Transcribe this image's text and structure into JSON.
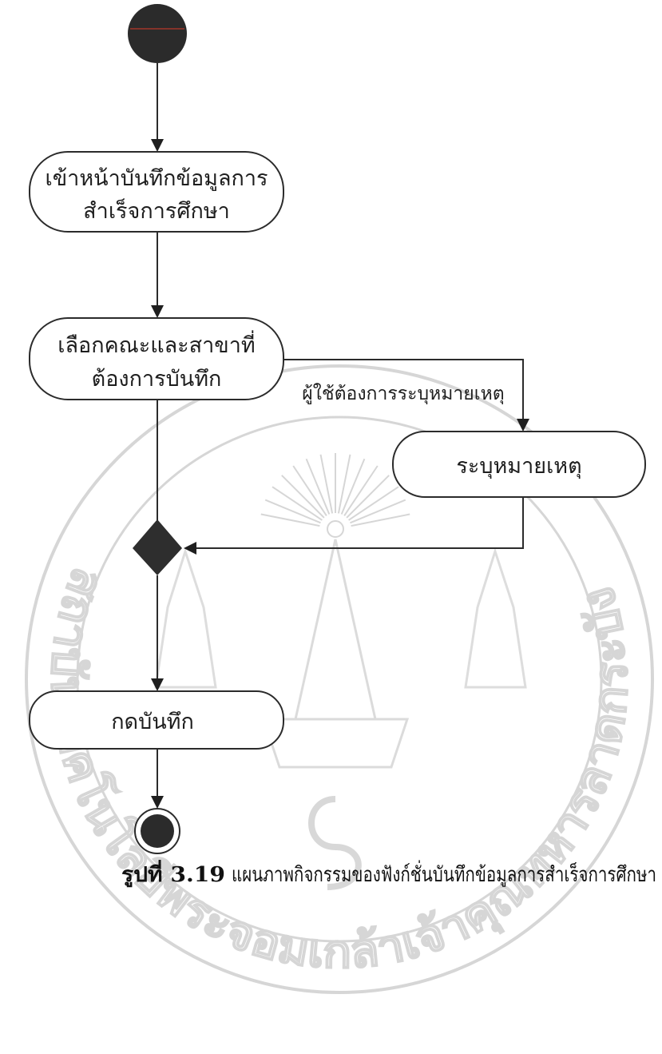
{
  "colors": {
    "ink": "#2b2b2b",
    "watermark": "#d2d2d2",
    "start_mark": "#c0392b"
  },
  "diagram": {
    "start": "start-node",
    "activity_enter": {
      "line1": "เข้าหน้าบันทึกข้อมูลการ",
      "line2": "สำเร็จการศึกษา"
    },
    "activity_select": {
      "line1": "เลือกคณะและสาขาที่",
      "line2": "ต้องการบันทึก"
    },
    "guard": "ผู้ใช้ต้องการระบุหมายเหตุ",
    "activity_note": "ระบุหมายเหตุ",
    "merge": "merge-node",
    "activity_save": "กดบันทึก",
    "end": "end-node"
  },
  "caption": {
    "number": "รูปที่ 3.19",
    "text": "แผนภาพกิจกรรมของฟังก์ชั่นบันทึกข้อมูลการสำเร็จการศึกษา"
  },
  "watermark": {
    "seal_text": "สถาบันเทคโนโลยีพระจอมเกล้าเจ้าคุณทหารลาดกระบัง"
  }
}
